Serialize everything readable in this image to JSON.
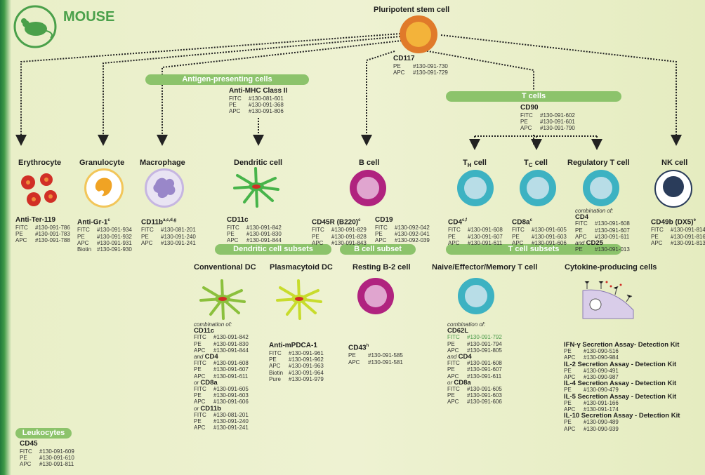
{
  "title": "MOUSE",
  "stem": {
    "label": "Pluripotent stem cell",
    "marker": "CD117",
    "rows": [
      [
        "PE",
        "#130-091-730"
      ],
      [
        "APC",
        "#130-091-729"
      ]
    ]
  },
  "bars": {
    "apc": "Antigen-presenting cells",
    "tcells": "T cells",
    "dc_subsets": "Dendritic cell subsets",
    "b_subset": "B cell subset",
    "t_subsets": "T cell subsets",
    "leukocytes": "Leukocytes"
  },
  "mhc": {
    "title": "Anti-MHC Class II",
    "rows": [
      [
        "FITC",
        "#130-081-601"
      ],
      [
        "PE",
        "#130-091-368"
      ],
      [
        "APC",
        "#130-091-806"
      ]
    ]
  },
  "cd90": {
    "title": "CD90",
    "rows": [
      [
        "FITC",
        "#130-091-602"
      ],
      [
        "PE",
        "#130-091-601"
      ],
      [
        "APC",
        "#130-091-790"
      ]
    ]
  },
  "cells": {
    "erythrocyte": "Erythrocyte",
    "granulocyte": "Granulocyte",
    "macrophage": "Macrophage",
    "dendritic": "Dendritic cell",
    "bcell": "B cell",
    "th_main": "T",
    "th_sub": "H",
    "th_rest": " cell",
    "tc_main": "T",
    "tc_sub": "C",
    "tc_rest": " cell",
    "treg": "Regulatory T cell",
    "nk": "NK cell",
    "conv_dc": "Conventional DC",
    "plasma_dc": "Plasmacytoid DC",
    "resting_b2": "Resting B-2 cell",
    "naive_t": "Naive/Effector/Memory T cell",
    "cytokine": "Cytokine-producing cells"
  },
  "panels": {
    "ter119": {
      "title": "Anti-Ter-119",
      "rows": [
        [
          "FITC",
          "#130-091-786"
        ],
        [
          "PE",
          "#130-091-783"
        ],
        [
          "APC",
          "#130-091-788"
        ]
      ]
    },
    "gr1": {
      "title": "Anti-Gr-1",
      "sup": "c",
      "rows": [
        [
          "FITC",
          "#130-091-934"
        ],
        [
          "PE",
          "#130-091-932"
        ],
        [
          "APC",
          "#130-091-931"
        ],
        [
          "Biotin",
          "#130-091-930"
        ]
      ]
    },
    "cd11b": {
      "title": "CD11b",
      "sup": "a,c,d,g",
      "rows": [
        [
          "FITC",
          "#130-081-201"
        ],
        [
          "PE",
          "#130-091-240"
        ],
        [
          "APC",
          "#130-091-241"
        ]
      ]
    },
    "cd11c": {
      "title": "CD11c",
      "rows": [
        [
          "FITC",
          "#130-091-842"
        ],
        [
          "PE",
          "#130-091-830"
        ],
        [
          "APC",
          "#130-091-844"
        ]
      ]
    },
    "cd45r": {
      "title": "CD45R (B220)",
      "sup": "c",
      "rows": [
        [
          "FITC",
          "#130-091-829"
        ],
        [
          "PE",
          "#130-091-828"
        ],
        [
          "APC",
          "#130-091-843"
        ]
      ]
    },
    "cd19": {
      "title": "CD19",
      "rows": [
        [
          "FITC",
          "#130-092-042"
        ],
        [
          "PE",
          "#130-092-041"
        ],
        [
          "APC",
          "#130-092-039"
        ]
      ]
    },
    "cd4": {
      "title": "CD4",
      "sup": "c,f",
      "rows": [
        [
          "FITC",
          "#130-091-608"
        ],
        [
          "PE",
          "#130-091-607"
        ],
        [
          "APC",
          "#130-091-611"
        ]
      ]
    },
    "cd8a": {
      "title": "CD8a",
      "sup": "c",
      "rows": [
        [
          "FITC",
          "#130-091-605"
        ],
        [
          "PE",
          "#130-091-603"
        ],
        [
          "APC",
          "#130-091-606"
        ]
      ]
    },
    "treg": {
      "combo": "combination of:",
      "title": "CD4",
      "rows": [
        [
          "FITC",
          "#130-091-608"
        ],
        [
          "PE",
          "#130-091-607"
        ],
        [
          "APC",
          "#130-091-611"
        ]
      ],
      "and": "and",
      "title2": "CD25",
      "rows2": [
        [
          "PE",
          "#130-091-013"
        ]
      ]
    },
    "cd49b": {
      "title": "CD49b (DX5)",
      "sup": "e",
      "rows": [
        [
          "FITC",
          "#130-091-814"
        ],
        [
          "PE",
          "#130-091-816"
        ],
        [
          "APC",
          "#130-091-813"
        ]
      ]
    },
    "conv": {
      "combo": "combination of:",
      "title": "CD11c",
      "rows": [
        [
          "FITC",
          "#130-091-842"
        ],
        [
          "PE",
          "#130-091-830"
        ],
        [
          "APC",
          "#130-091-844"
        ]
      ],
      "and": "and",
      "title2": "CD4",
      "rows2": [
        [
          "FITC",
          "#130-091-608"
        ],
        [
          "PE",
          "#130-091-607"
        ],
        [
          "APC",
          "#130-091-611"
        ]
      ],
      "or": "or",
      "title3": "CD8a",
      "rows3": [
        [
          "FITC",
          "#130-091-605"
        ],
        [
          "PE",
          "#130-091-603"
        ],
        [
          "APC",
          "#130-091-606"
        ]
      ],
      "or2": "or",
      "title4": "CD11b",
      "rows4": [
        [
          "FITC",
          "#130-081-201"
        ],
        [
          "PE",
          "#130-091-240"
        ],
        [
          "APC",
          "#130-091-241"
        ]
      ]
    },
    "mpdca": {
      "title": "Anti-mPDCA-1",
      "rows": [
        [
          "FITC",
          "#130-091-961"
        ],
        [
          "PE",
          "#130-091-962"
        ],
        [
          "APC",
          "#130-091-963"
        ],
        [
          "Biotin",
          "#130-091-964"
        ],
        [
          "Pure",
          "#130-091-979"
        ]
      ]
    },
    "cd43": {
      "title": "CD43",
      "sup": "h",
      "rows": [
        [
          "PE",
          "#130-091-585"
        ],
        [
          "APC",
          "#130-091-581"
        ]
      ]
    },
    "naive": {
      "combo": "combination of:",
      "title": "CD62L",
      "rows": [
        [
          "FITC",
          "#130-091-792"
        ],
        [
          "PE",
          "#130-091-794"
        ],
        [
          "APC",
          "#130-091-805"
        ]
      ],
      "and": "and",
      "title2": "CD4",
      "rows2": [
        [
          "FITC",
          "#130-091-608"
        ],
        [
          "PE",
          "#130-091-607"
        ],
        [
          "APC",
          "#130-091-611"
        ]
      ],
      "or": "or",
      "title3": "CD8a",
      "rows3": [
        [
          "FITC",
          "#130-091-605"
        ],
        [
          "PE",
          "#130-091-603"
        ],
        [
          "APC",
          "#130-091-606"
        ]
      ]
    },
    "cytokine": {
      "sections": [
        {
          "title": "IFN-γ Secretion Assay- Detection Kit",
          "rows": [
            [
              "PE",
              "#130-090-516"
            ],
            [
              "APC",
              "#130-090-984"
            ]
          ]
        },
        {
          "title": "IL-2 Secretion Assay - Detection Kit",
          "rows": [
            [
              "PE",
              "#130-090-491"
            ],
            [
              "APC",
              "#130-090-987"
            ]
          ]
        },
        {
          "title": "IL-4 Secretion Assay - Detection Kit",
          "rows": [
            [
              "PE",
              "#130-090-479"
            ]
          ]
        },
        {
          "title": "IL-5 Secretion Assay - Detection Kit",
          "rows": [
            [
              "PE",
              "#130-091-166"
            ],
            [
              "APC",
              "#130-091-174"
            ]
          ]
        },
        {
          "title": "IL-10 Secretion Assay - Detection Kit",
          "rows": [
            [
              "PE",
              "#130-090-489"
            ],
            [
              "APC",
              "#130-090-939"
            ]
          ]
        }
      ]
    },
    "cd45": {
      "title": "CD45",
      "rows": [
        [
          "FITC",
          "#130-091-609"
        ],
        [
          "PE",
          "#130-091-610"
        ],
        [
          "APC",
          "#130-091-811"
        ]
      ]
    }
  }
}
